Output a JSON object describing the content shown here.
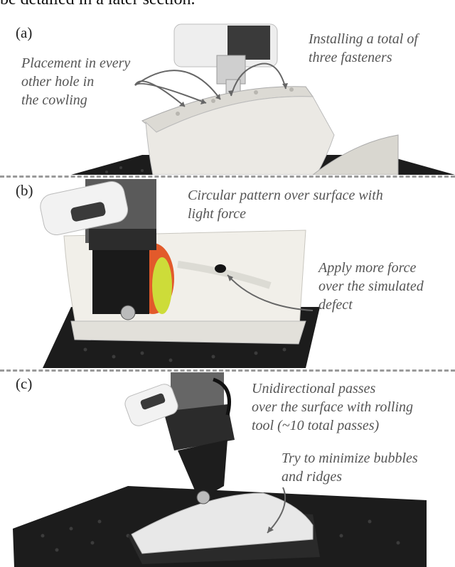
{
  "page": {
    "top_text": "be detailed in a later section."
  },
  "panels": [
    {
      "label": "(a)",
      "annotations": [
        {
          "text": "Placement in every\nother hole in\nthe cowling"
        },
        {
          "text": "Installing a total of\nthree fasteners"
        }
      ]
    },
    {
      "label": "(b)",
      "annotations": [
        {
          "text": "Circular pattern over surface with\nlight force"
        },
        {
          "text": "Apply more force\n over the simulated\n defect"
        }
      ]
    },
    {
      "label": "(c)",
      "annotations": [
        {
          "text": "Unidirectional passes\nover the surface with rolling\ntool (~10 total passes)"
        },
        {
          "text": "Try to minimize bubbles\n and ridges"
        }
      ]
    }
  ],
  "colors": {
    "annotation": "#555555",
    "divider": "#9a9a9a",
    "table": "#1c1c1c",
    "cowling": "#e4e2dc",
    "polish_pad": "#e25a2b"
  }
}
